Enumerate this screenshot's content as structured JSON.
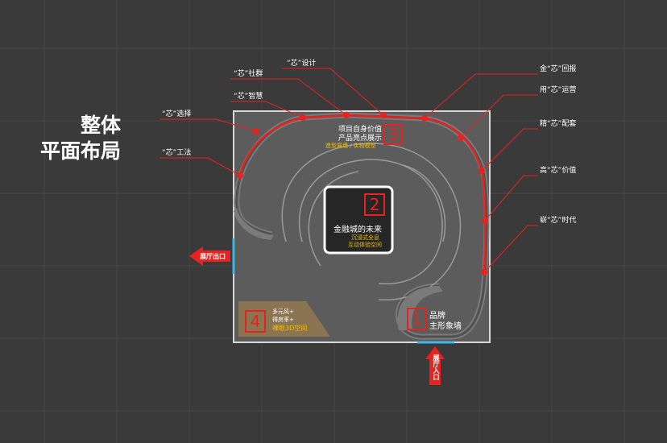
{
  "title": {
    "line1": "整体",
    "line2": "平面布局"
  },
  "features_left": [
    {
      "id": "xuanze",
      "label": "“芯”选择"
    },
    {
      "id": "gongfa",
      "label": "“芯”工法"
    },
    {
      "id": "zhihui",
      "label": "“芯”智慧"
    },
    {
      "id": "shequn",
      "label": "“芯”社群"
    },
    {
      "id": "sheji",
      "label": "“芯”设计"
    }
  ],
  "features_right": [
    {
      "id": "huibao",
      "label": "金“芯”回报"
    },
    {
      "id": "yunying",
      "label": "用“芯”运营"
    },
    {
      "id": "peitao",
      "label": "精“芯”配套"
    },
    {
      "id": "jiazhi",
      "label": "高“芯”价值"
    },
    {
      "id": "shidai",
      "label": "崭“芯”时代"
    }
  ],
  "zones": {
    "z1": {
      "number": "1",
      "line1": "品牌",
      "line2": "主形象墙"
    },
    "z2": {
      "number": "2",
      "title": "金融城的未来",
      "sub1": "沉浸式全息",
      "sub2": "互动体验空间"
    },
    "z3": {
      "number": "3",
      "line1": "项目自身价值",
      "line2": "产品亮点展示",
      "sub": "造型展墙 / 实物模型"
    },
    "z4": {
      "number": "4",
      "line1": "多元风+",
      "line2": "得房率+",
      "sub": "裸眼3D空间"
    }
  },
  "doors": {
    "exit": "展厅出口",
    "entrance": "展厅入口"
  },
  "colors": {
    "accent": "#e8231f",
    "door": "#3fb6e8",
    "highlight": "#f2c200",
    "floor": "#5c5c5c"
  }
}
